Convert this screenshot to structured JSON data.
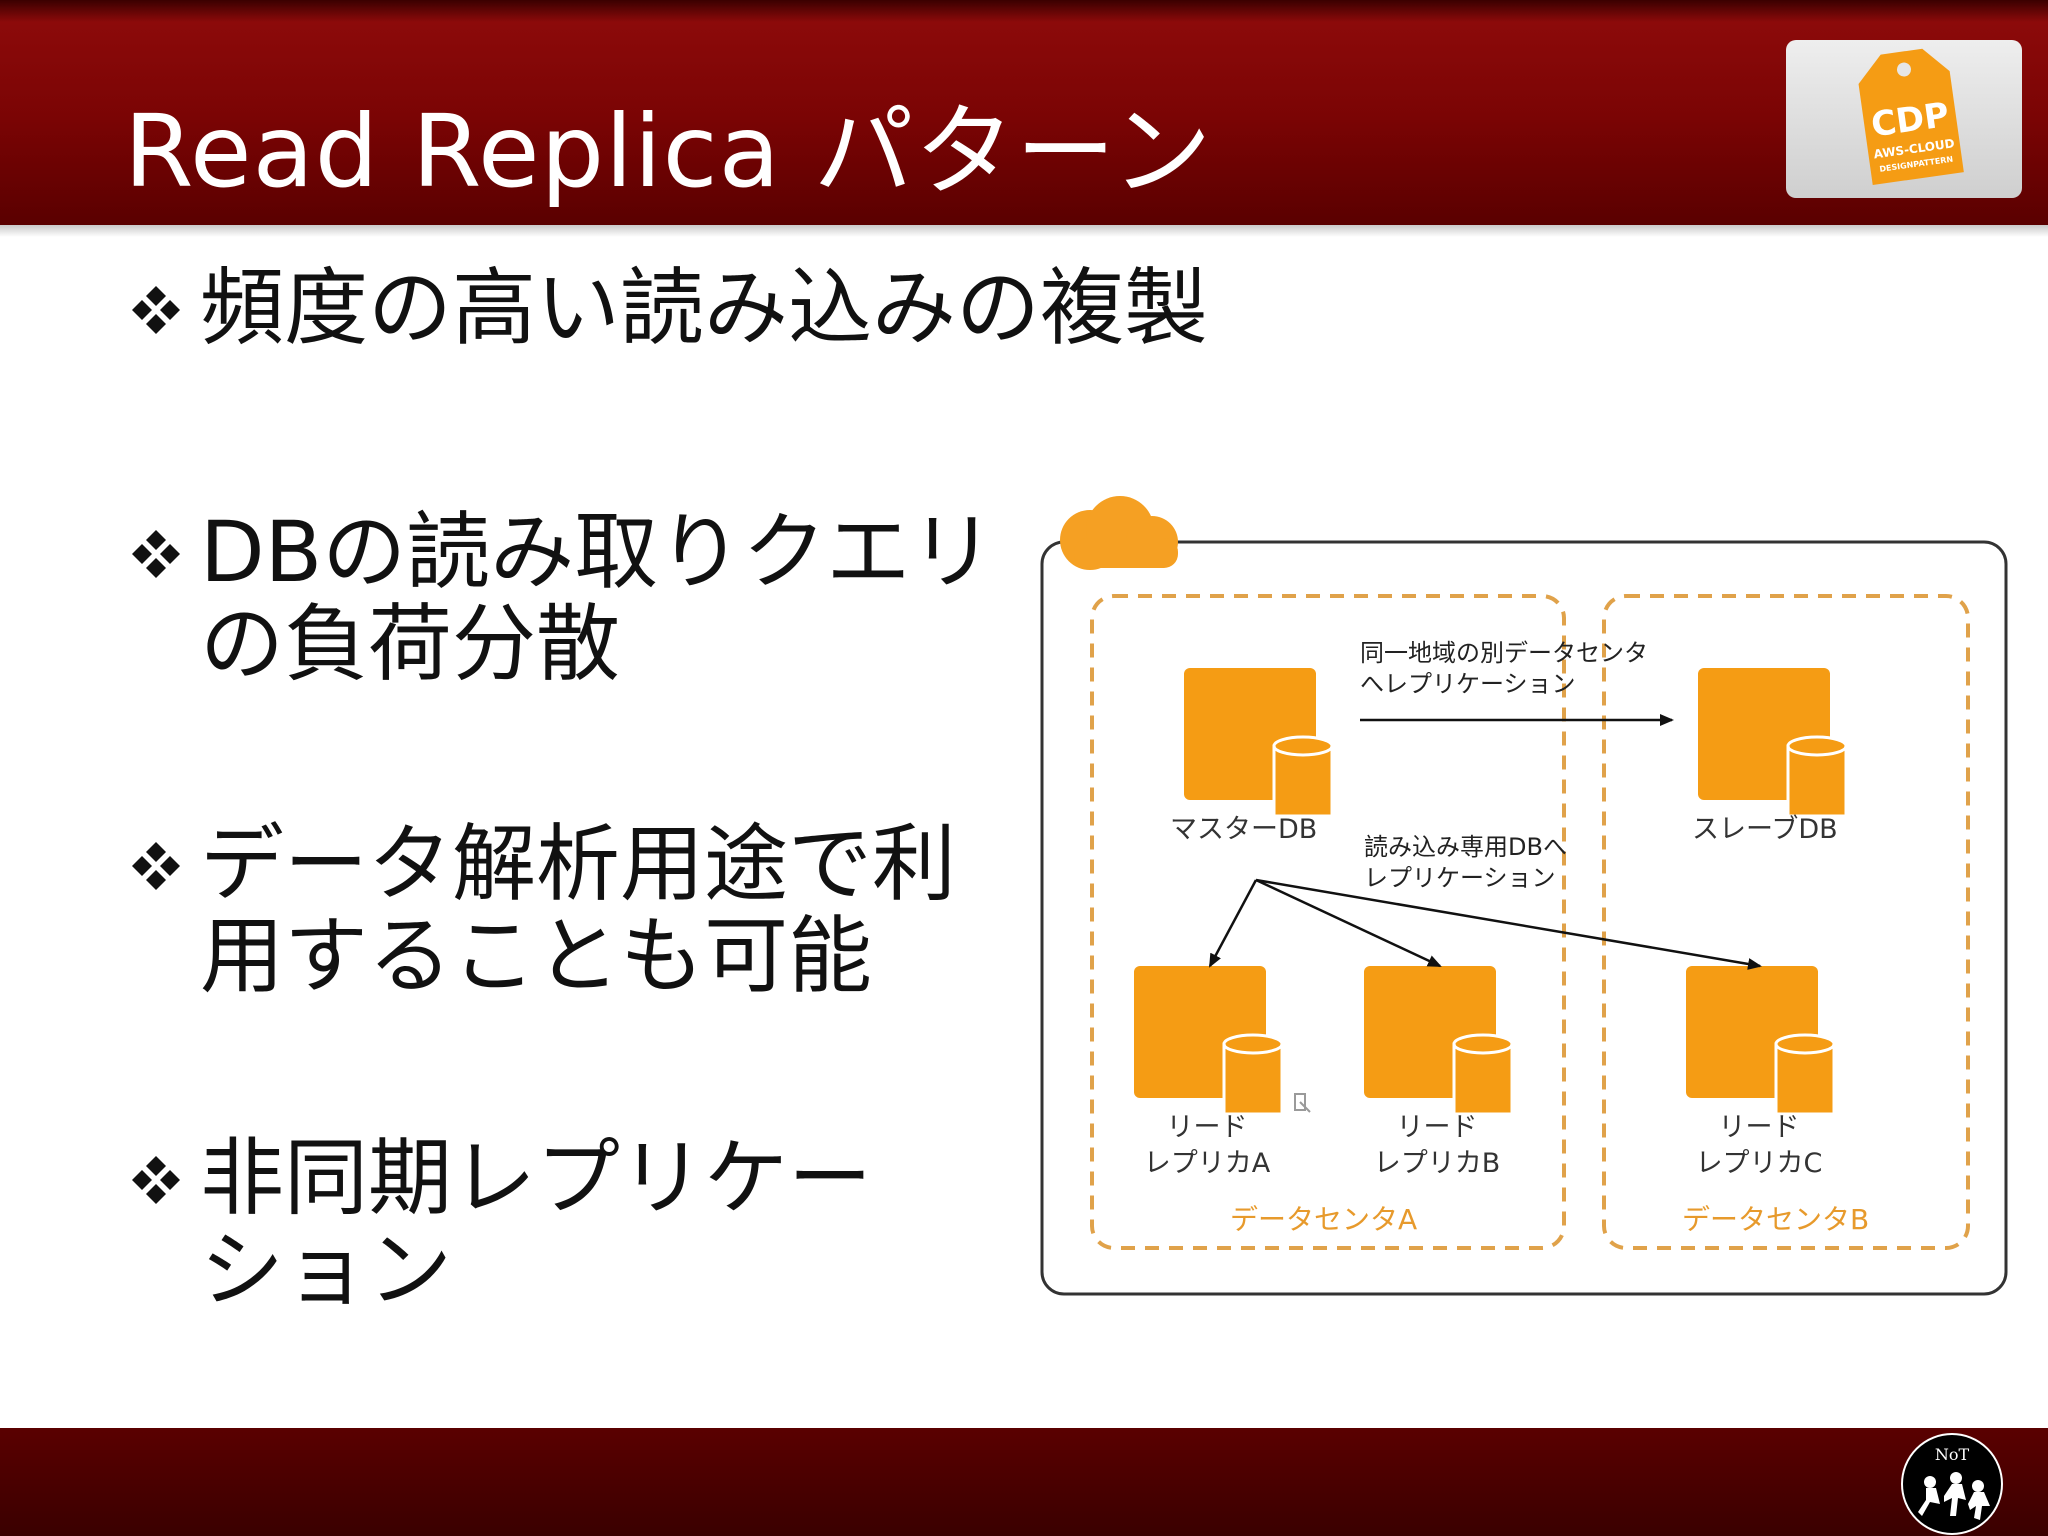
{
  "slide": {
    "title": "Read Replica パターン",
    "bullets": [
      {
        "line1": "頻度の高い読み込みの複製",
        "line2": ""
      },
      {
        "line1": "DBの読み取りクエリ",
        "line2": "の負荷分散"
      },
      {
        "line1": "データ解析用途で利",
        "line2": "用することも可能"
      },
      {
        "line1": "非同期レプリケー",
        "line2": "ション"
      }
    ]
  },
  "logo": {
    "main": "CDP",
    "sub1": "AWS-CLOUD",
    "sub2": "DESIGNPATTERN"
  },
  "footer_logo": {
    "text": "NoT"
  },
  "diagram": {
    "master": "マスターDB",
    "slave": "スレーブDB",
    "replica_a": {
      "line1": "リード",
      "line2": "レプリカA"
    },
    "replica_b": {
      "line1": "リード",
      "line2": "レプリカB"
    },
    "replica_c": {
      "line1": "リード",
      "line2": "レプリカC"
    },
    "dc_a": "データセンタA",
    "dc_b": "データセンタB",
    "note_top": {
      "line1": "同一地域の別データセンタ",
      "line2": "へレプリケーション"
    },
    "note_mid": {
      "line1": "読み込み専用DBへ",
      "line2": "レプリケーション"
    }
  },
  "colors": {
    "accent": "#f59c14",
    "header": "#7a0404",
    "dashed": "#e0a24a"
  }
}
